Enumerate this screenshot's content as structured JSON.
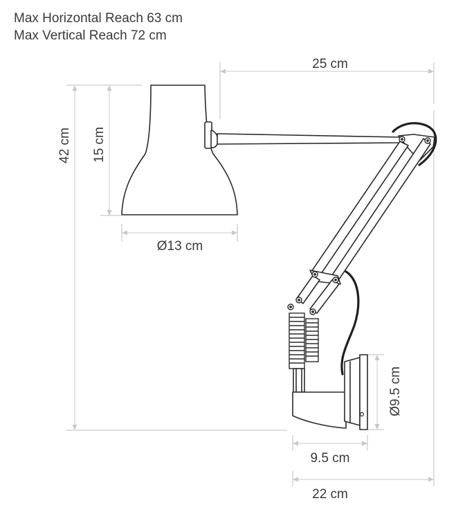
{
  "header": {
    "max_horizontal_reach": "Max Horizontal Reach 63 cm",
    "max_vertical_reach": "Max Vertical Reach 72 cm"
  },
  "dimensions": {
    "arm_length": "25 cm",
    "total_height": "42 cm",
    "shade_height": "15 cm",
    "shade_diameter": "Ø13 cm",
    "base_diameter": "Ø9.5 cm",
    "base_depth": "9.5 cm",
    "total_depth": "22 cm"
  }
}
